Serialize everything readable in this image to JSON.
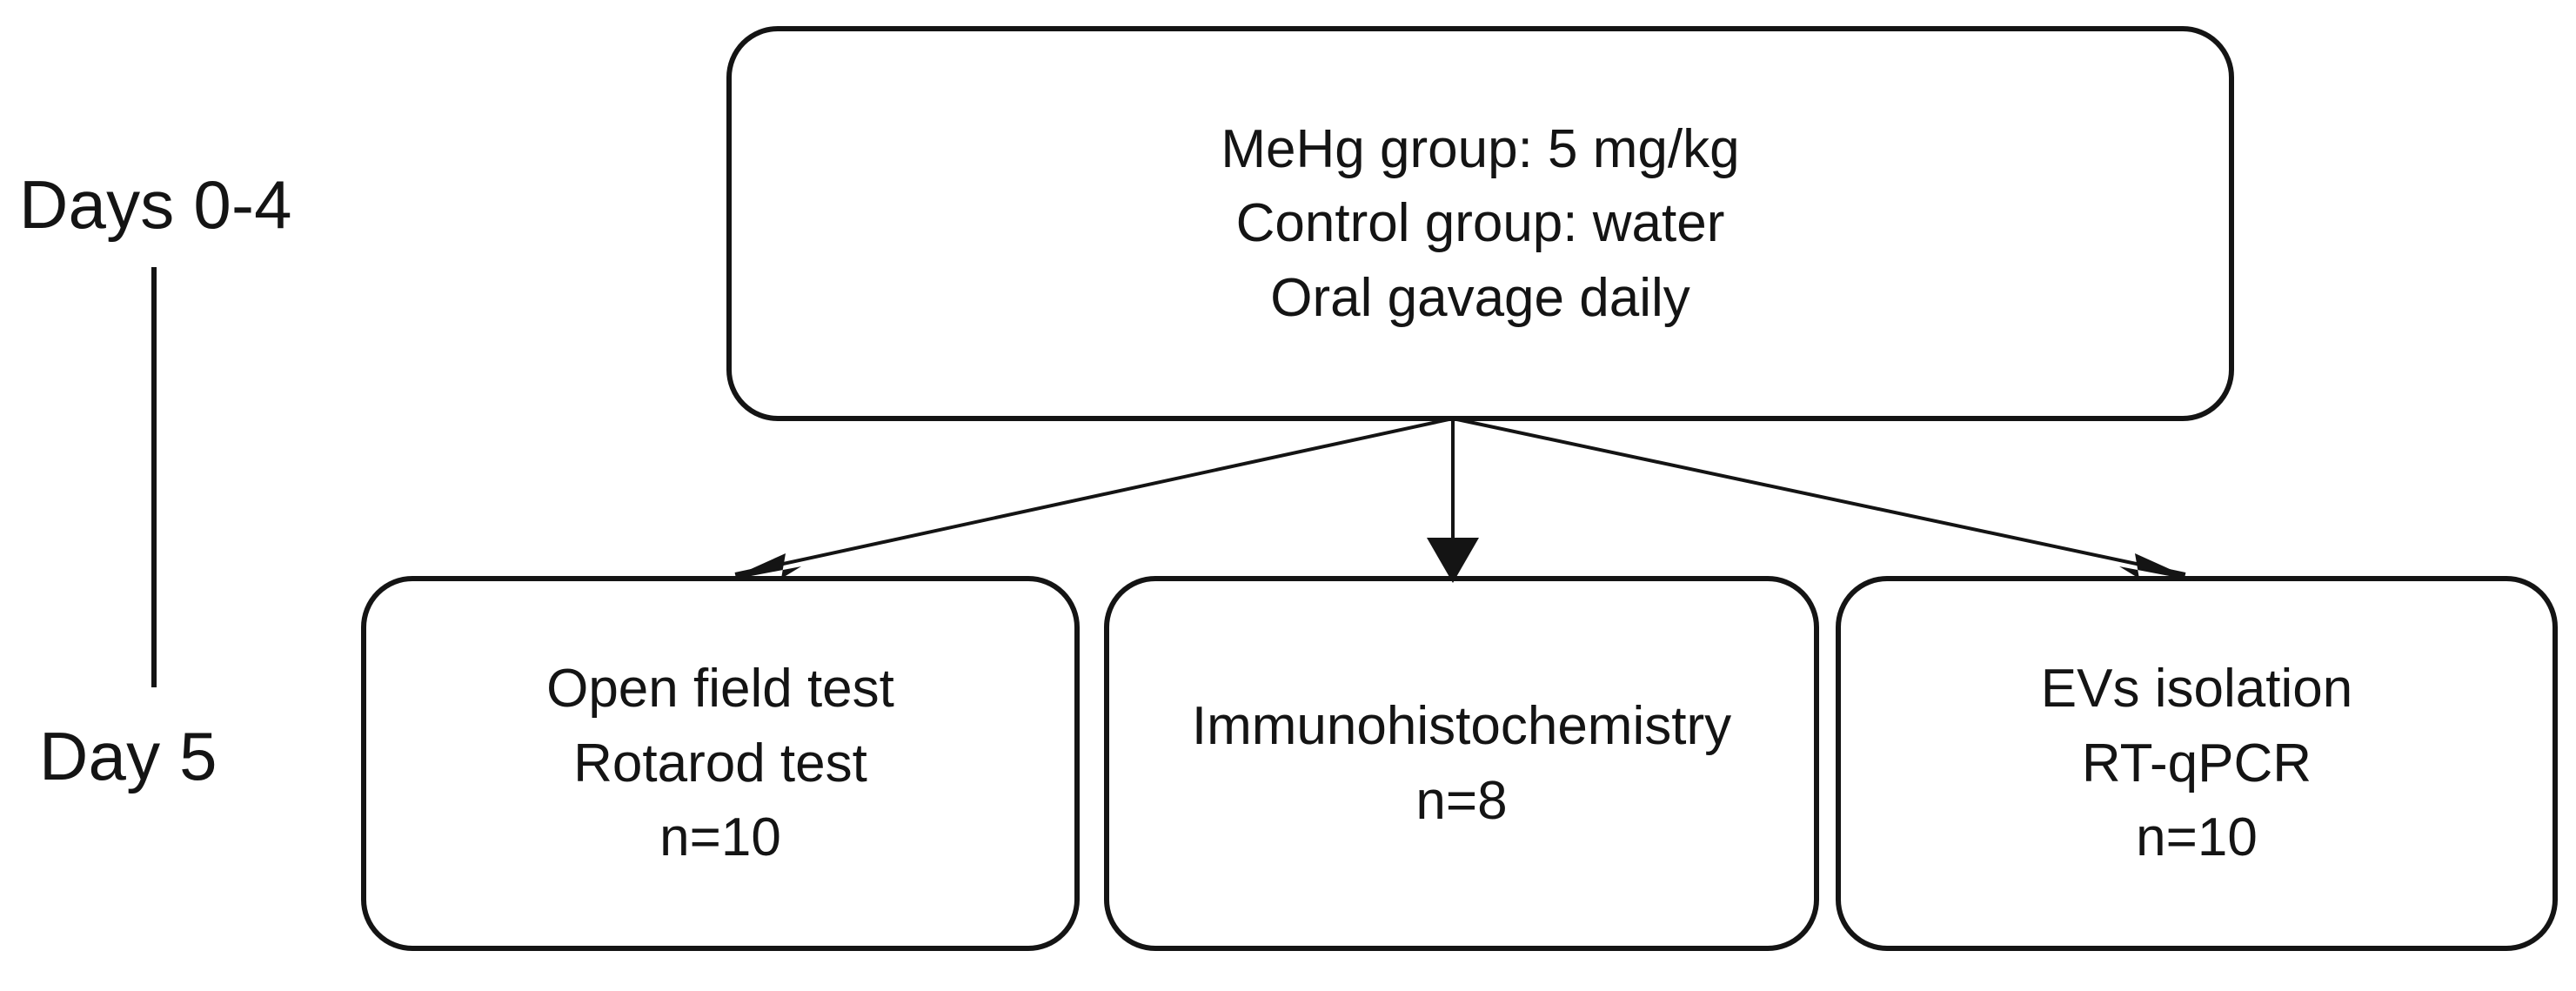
{
  "diagram": {
    "type": "experimental-design-flowchart",
    "background_color": "#ffffff",
    "line_color": "#141414",
    "timeline": {
      "top_label": "Days 0-4",
      "bottom_label": "Day 5",
      "axis_orientation": "vertical"
    },
    "treatment_box": {
      "lines": [
        "MeHg group: 5 mg/kg",
        "Control group: water",
        "Oral gavage daily"
      ]
    },
    "outcome_boxes": [
      {
        "id": "behavioral",
        "lines": [
          "Open field test",
          "Rotarod test",
          "n=10"
        ]
      },
      {
        "id": "histology",
        "lines": [
          "Immunohistochemistry",
          "n=8"
        ]
      },
      {
        "id": "molecular",
        "lines": [
          "EVs isolation",
          "RT-qPCR",
          "n=10"
        ]
      }
    ],
    "connectors": [
      {
        "from": "treatment_box",
        "to": "behavioral",
        "style": "arrow"
      },
      {
        "from": "treatment_box",
        "to": "histology",
        "style": "arrow"
      },
      {
        "from": "treatment_box",
        "to": "molecular",
        "style": "arrow"
      }
    ]
  }
}
